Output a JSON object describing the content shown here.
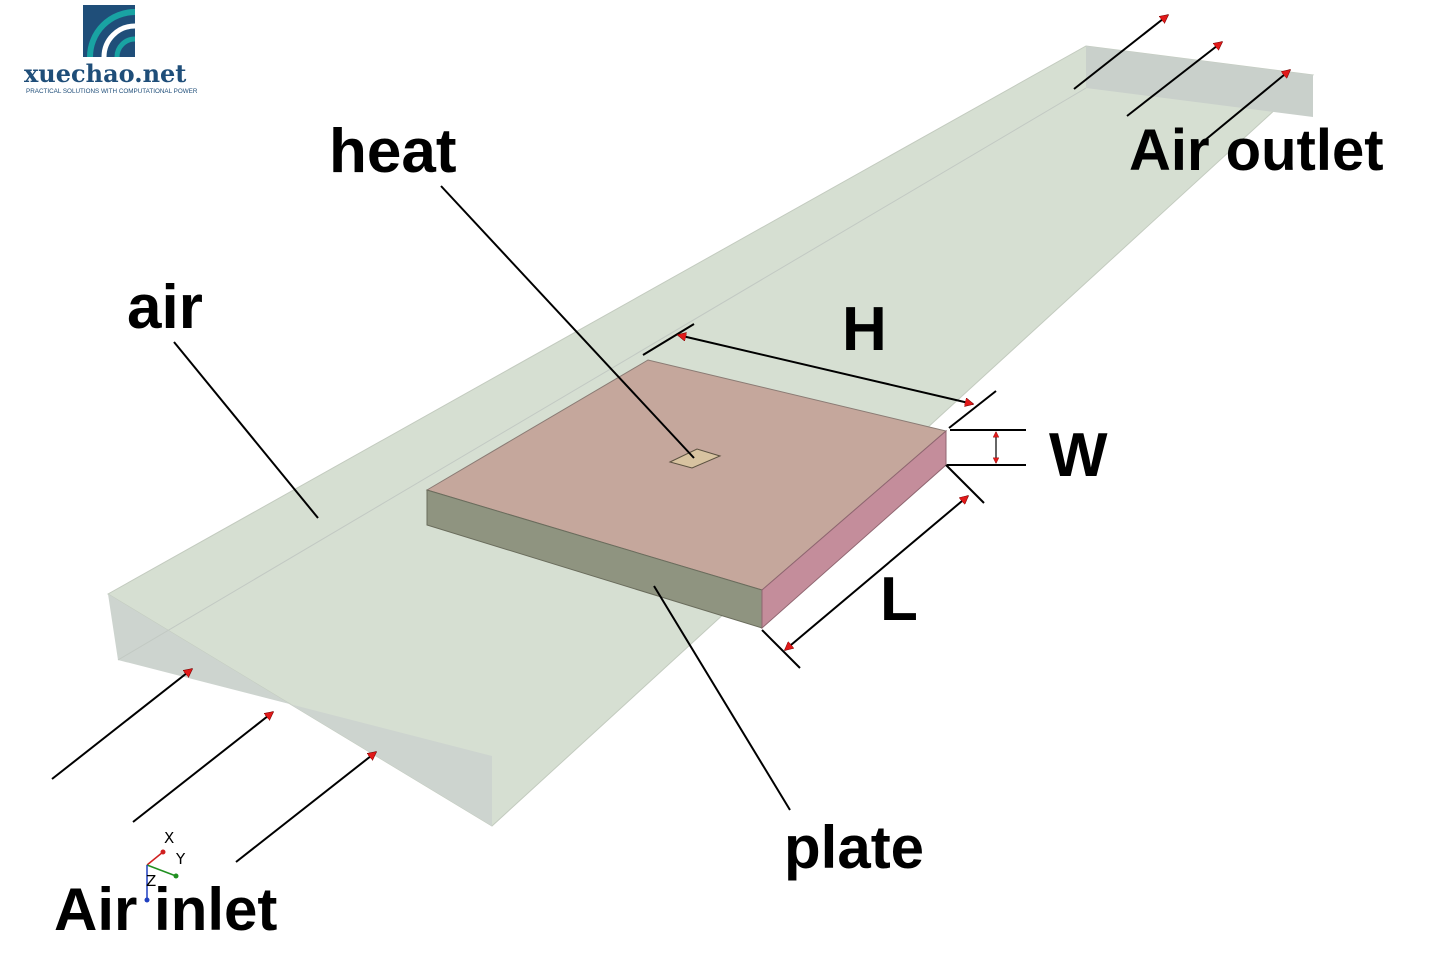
{
  "logo": {
    "name": "xuechao.net",
    "tagline": "PRACTICAL SOLUTIONS WITH COMPUTATIONAL POWER"
  },
  "labels": {
    "heat": "heat",
    "air": "air",
    "air_outlet": "Air outlet",
    "air_inlet": "Air inlet",
    "plate": "plate",
    "dim_h": "H",
    "dim_w": "W",
    "dim_l": "L"
  },
  "triad": {
    "x": "X",
    "y": "Y",
    "z": "Z"
  },
  "colors": {
    "channel": "#d6dfd2",
    "channel_side": "#cdd4cf",
    "plate_top": "#c5a79c",
    "plate_front": "#8f9480",
    "plate_side": "#c48d9b",
    "heat_source": "#d8c3a0",
    "arrow_head": "#e11919",
    "logo_blue": "#1f4e79",
    "logo_teal": "#19a3a3"
  }
}
